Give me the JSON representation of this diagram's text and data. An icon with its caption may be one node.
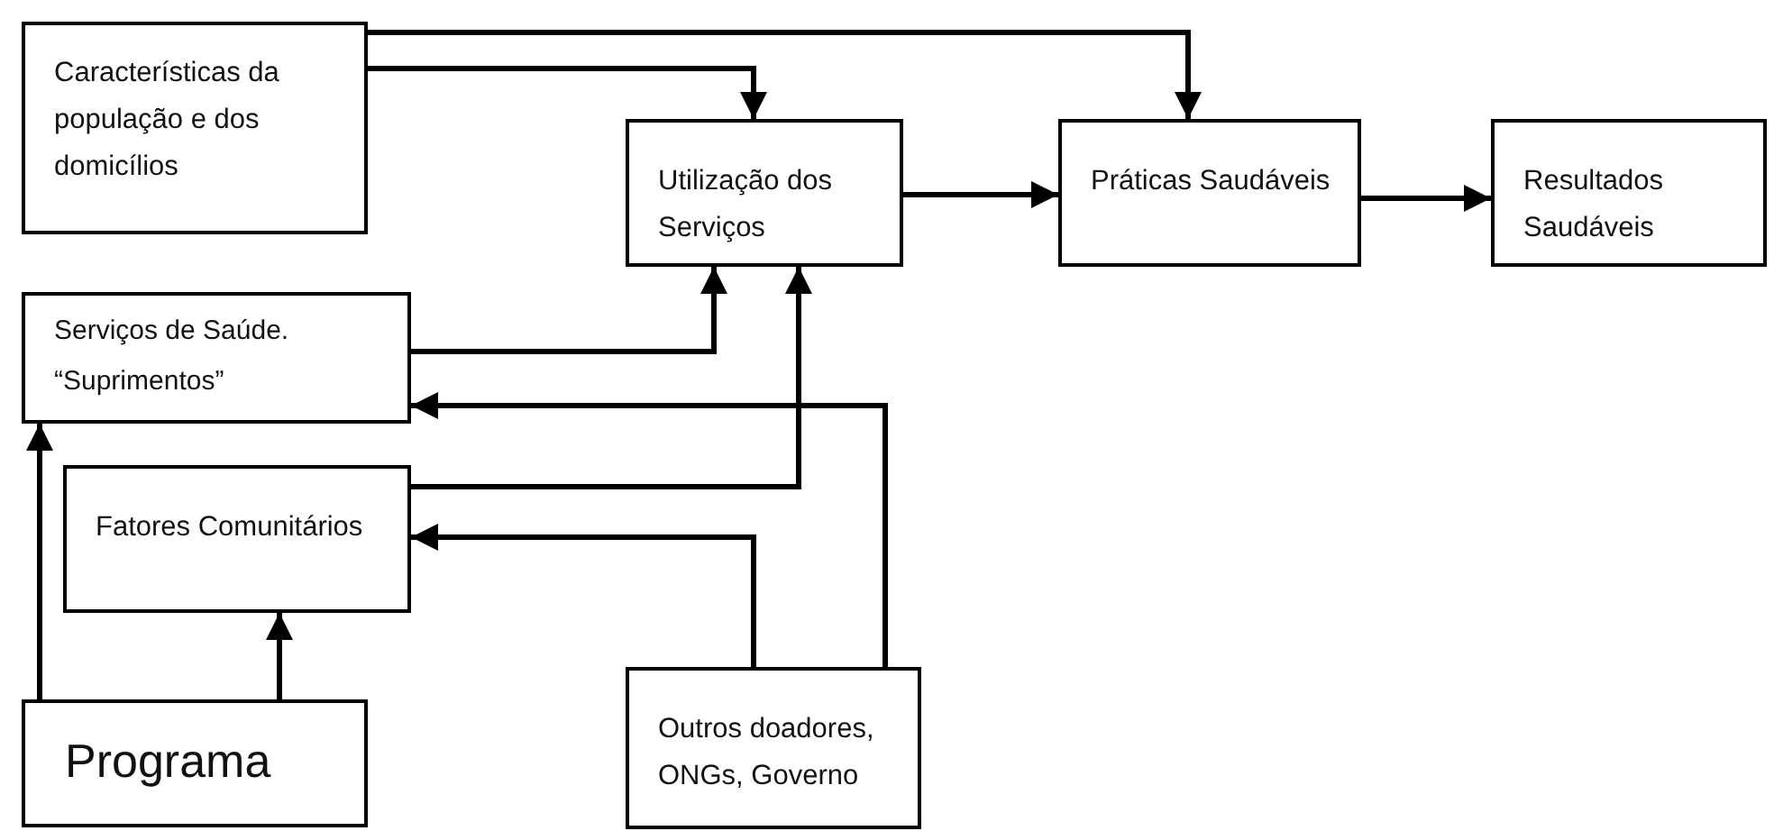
{
  "diagram": {
    "nodes": [
      {
        "text": [
          "Características da população e dos domicílios"
        ]
      },
      {
        "text": [
          "Utilização dos Serviços"
        ]
      },
      {
        "text": [
          "Práticas Saudáveis"
        ]
      },
      {
        "text": [
          "Resultados Saudáveis"
        ]
      },
      {
        "text": [
          "Serviços de Saúde. “Suprimentos”"
        ]
      },
      {
        "text": [
          "Fatores Comunitários"
        ]
      },
      {
        "text": [
          "Programa"
        ]
      },
      {
        "text": [
          "Outros doadores, ONGs, Governo"
        ]
      }
    ],
    "edges": [
      {
        "from": 0,
        "to": 1,
        "arrow": "to"
      },
      {
        "from": 0,
        "to": 2,
        "arrow": "to"
      },
      {
        "from": 1,
        "to": 2,
        "arrow": "to"
      },
      {
        "from": 2,
        "to": 3,
        "arrow": "to"
      },
      {
        "from": 4,
        "to": 1,
        "arrow": "to"
      },
      {
        "from": 5,
        "to": 1,
        "arrow": "to"
      },
      {
        "from": 7,
        "to": 4,
        "arrow": "to"
      },
      {
        "from": 7,
        "to": 5,
        "arrow": "to"
      },
      {
        "from": 6,
        "to": 4,
        "arrow": "to"
      },
      {
        "from": 6,
        "to": 5,
        "arrow": "to"
      }
    ]
  }
}
